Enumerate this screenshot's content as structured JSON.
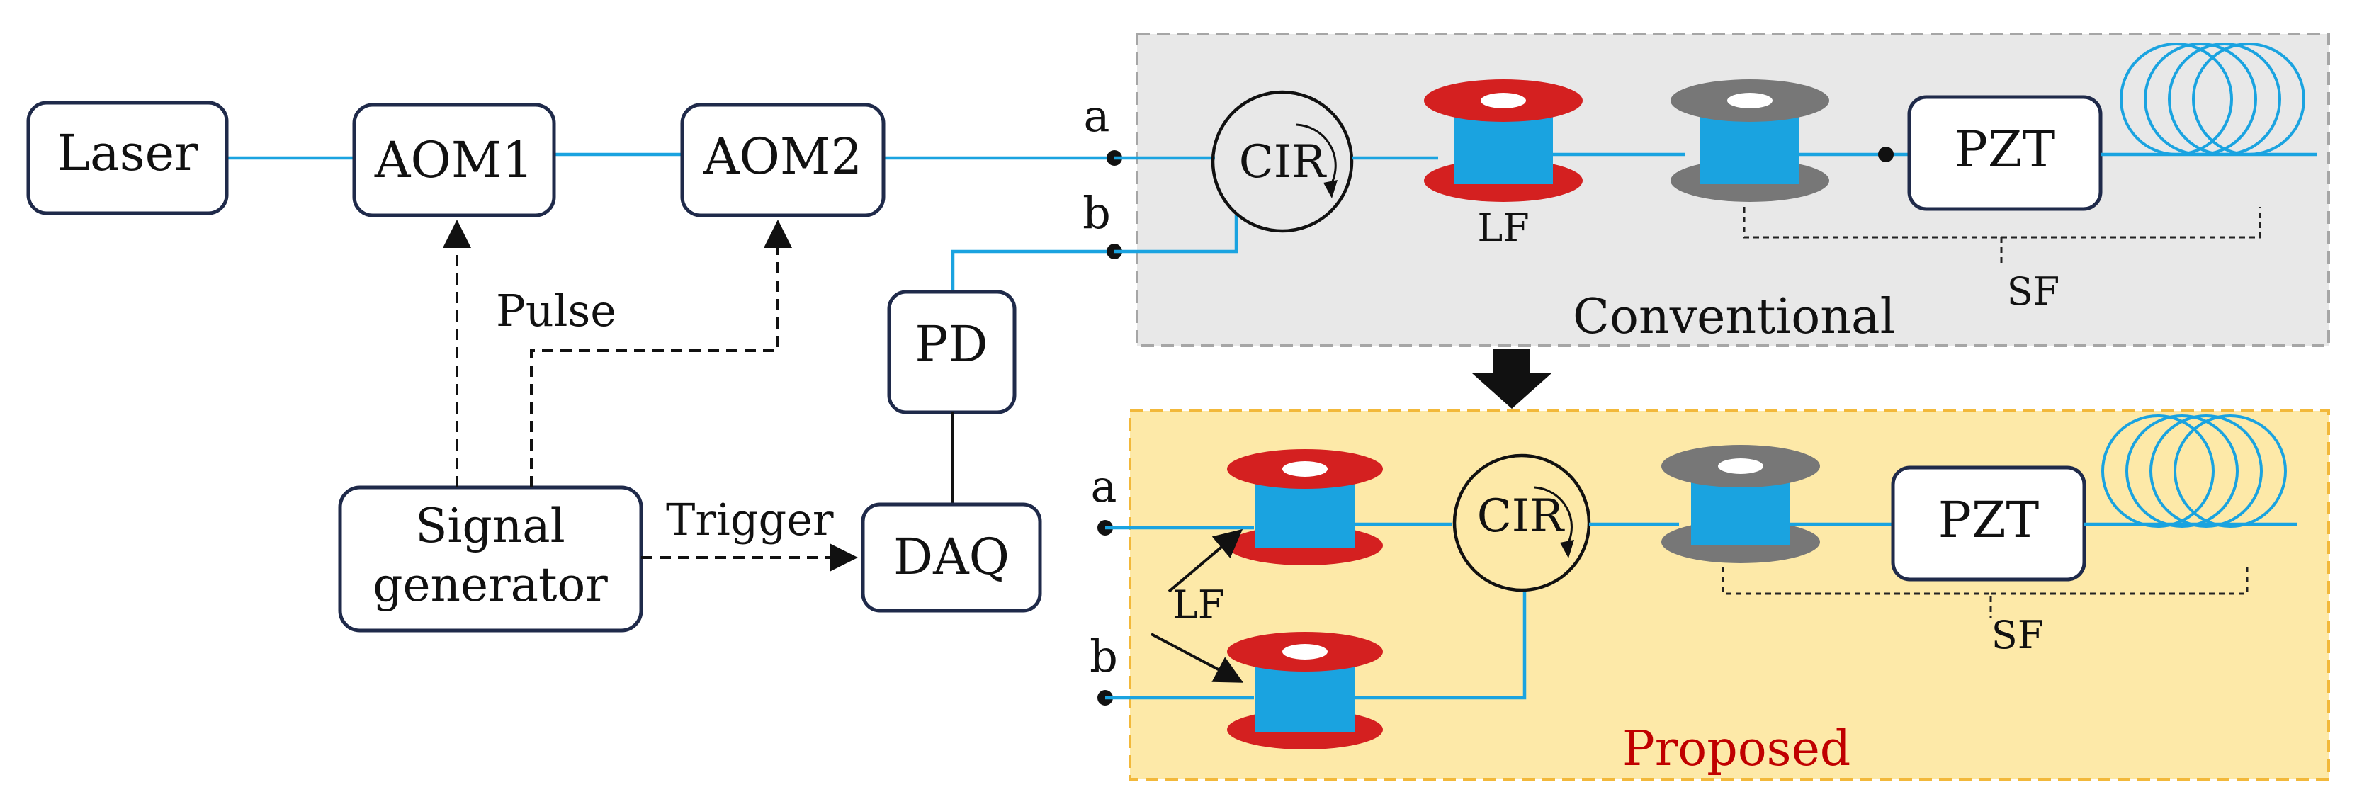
{
  "components": {
    "laser": "Laser",
    "aom1": "AOM1",
    "aom2": "AOM2",
    "pd": "PD",
    "daq": "DAQ",
    "signal_generator_line1": "Signal",
    "signal_generator_line2": "generator"
  },
  "signals": {
    "pulse": "Pulse",
    "trigger": "Trigger"
  },
  "conventional": {
    "title": "Conventional",
    "port_a": "a",
    "port_b": "b",
    "circulator": "CIR",
    "long_fiber": "LF",
    "pzt": "PZT",
    "sensing_fiber": "SF"
  },
  "proposed": {
    "title": "Proposed",
    "port_a": "a",
    "port_b": "b",
    "circulator": "CIR",
    "long_fiber": "LF",
    "pzt": "PZT",
    "sensing_fiber": "SF"
  },
  "colors": {
    "fiber": "#1aa3e0",
    "spool_red": "#d42020",
    "spool_gray": "#777777",
    "conventional_bg": "#e8e8e8",
    "proposed_bg": "#fde9a8",
    "proposed_border": "#f2b83a",
    "proposed_title": "#c00000"
  }
}
